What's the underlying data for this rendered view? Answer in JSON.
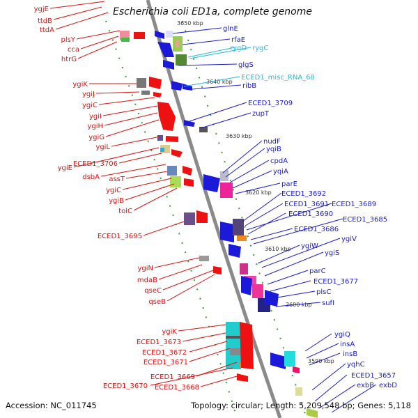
{
  "title": "Escherichia coli ED1a, complete genome",
  "accession": "Accession: NC_011745",
  "summary": "Topology: circular; Length: 5,209,548 bp; Genes: 5,118",
  "colors": {
    "left_labels": "#dd1111",
    "right_labels": "#1a1ad8",
    "rna_labels": "#22bbdd",
    "backbone": "#888888"
  },
  "scale": [
    {
      "label": "3650 kbp"
    },
    {
      "label": "3640 kbp"
    },
    {
      "label": "3630 kbp"
    },
    {
      "label": "3620 kbp"
    },
    {
      "label": "3610 kbp"
    },
    {
      "label": "3600 kbp"
    },
    {
      "label": "3590 kbp"
    }
  ],
  "left_genes": [
    {
      "label": "ygjE"
    },
    {
      "label": "ttdB"
    },
    {
      "label": "ttdA"
    },
    {
      "label": "plsY"
    },
    {
      "label": "cca"
    },
    {
      "label": "htrG"
    },
    {
      "label": "ygiK"
    },
    {
      "label": "ygiJ"
    },
    {
      "label": "ygiC"
    },
    {
      "label": "ygiI"
    },
    {
      "label": "ygiH"
    },
    {
      "label": "ygiG"
    },
    {
      "label": "ygiL"
    },
    {
      "label": "ygiE"
    },
    {
      "label": "ECED1_3706"
    },
    {
      "label": "dsbA"
    },
    {
      "label": "assT"
    },
    {
      "label": "ygiC"
    },
    {
      "label": "ygiB"
    },
    {
      "label": "tolC"
    },
    {
      "label": "ECED1_3695"
    },
    {
      "label": "ygiN"
    },
    {
      "label": "mdaB"
    },
    {
      "label": "qseC"
    },
    {
      "label": "qseB"
    },
    {
      "label": "ygiK"
    },
    {
      "label": "ECED1_3673"
    },
    {
      "label": "ECED1_3672"
    },
    {
      "label": "ECED1_3671"
    },
    {
      "label": "ECED1_3669"
    },
    {
      "label": "ECED1_3670"
    },
    {
      "label": "ECED1_3668"
    }
  ],
  "right_genes": [
    {
      "label": "glnE"
    },
    {
      "label": "rfaE"
    },
    {
      "label": "rygD"
    },
    {
      "label": "rygC"
    },
    {
      "label": "glgS"
    },
    {
      "label": "ECED1_misc_RNA_68"
    },
    {
      "label": "ribB"
    },
    {
      "label": "ECED1_3709"
    },
    {
      "label": "zupT"
    },
    {
      "label": "nudF"
    },
    {
      "label": "yqiB"
    },
    {
      "label": "cpdA"
    },
    {
      "label": "yqiA"
    },
    {
      "label": "parE"
    },
    {
      "label": "ECED1_3692"
    },
    {
      "label": "ECED1_3691"
    },
    {
      "label": "ECED1_3689"
    },
    {
      "label": "ECED1_3690"
    },
    {
      "label": "ECED1_3686"
    },
    {
      "label": "ECED1_3685"
    },
    {
      "label": "ygiW"
    },
    {
      "label": "ygiV"
    },
    {
      "label": "ygiS"
    },
    {
      "label": "parC"
    },
    {
      "label": "ECED1_3677"
    },
    {
      "label": "plsC"
    },
    {
      "label": "sufI"
    },
    {
      "label": "ygiQ"
    },
    {
      "label": "insA"
    },
    {
      "label": "insB"
    },
    {
      "label": "yqhC"
    },
    {
      "label": "ECED1_3657"
    },
    {
      "label": "exbB"
    },
    {
      "label": "exbD"
    }
  ]
}
